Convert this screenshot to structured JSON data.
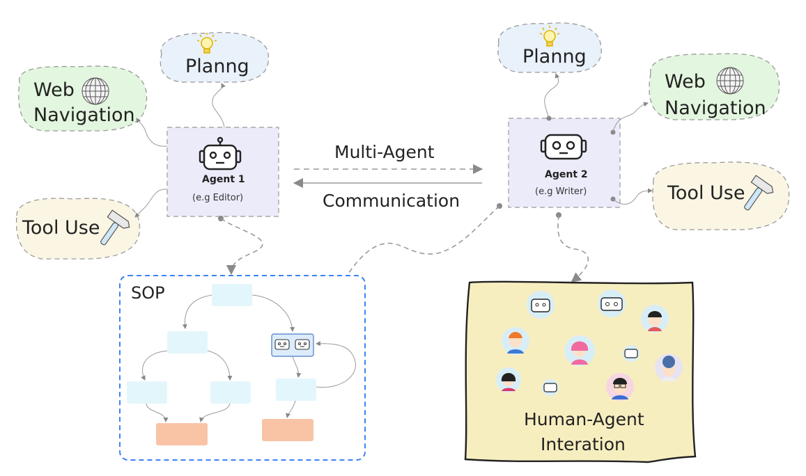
{
  "agent1": {
    "name": "Agent 1",
    "role": "(e.g Editor)"
  },
  "agent2": {
    "name": "Agent 2",
    "role": "(e.g Writer)"
  },
  "left": {
    "planning": "Planng",
    "web_line1": "Web",
    "web_line2": "Navigation",
    "tool": "Tool  Use"
  },
  "right": {
    "planning": "Planng",
    "web_line1": "Web",
    "web_line2": "Navigation",
    "tool": "Tool  Use"
  },
  "comm": {
    "line1": "Multi-Agent",
    "line2": "Communication"
  },
  "sop": {
    "title": "SOP"
  },
  "hai": {
    "line1": "Human-Agent",
    "line2": "Interation"
  },
  "colors": {
    "agent_fill": "#ecebfa",
    "planning_fill": "#e9f1fb",
    "web_fill": "#e3f6df",
    "tool_fill": "#fbf6e4",
    "sop_border": "#3b82f6",
    "sop_node": "#e3f6fb",
    "sop_terminal": "#f9c3a6",
    "hai_fill": "#f7eec0"
  },
  "icons": [
    "robot-icon",
    "lightbulb-icon",
    "globe-icon",
    "hammer-icon",
    "avatar-icon"
  ]
}
